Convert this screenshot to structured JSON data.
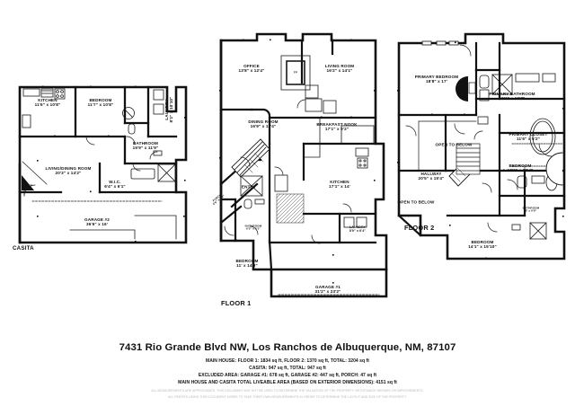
{
  "document": {
    "type": "floor-plan",
    "address": "7431 Rio Grande Blvd NW, Los Ranchos de Albuquerque, NM, 87107",
    "summary_lines": [
      "MAIN HOUSE: FLOOR 1: 1834 sq ft, FLOOR 2: 1370 sq ft, TOTAL: 3204 sq ft",
      "CASITA: 947 sq ft, TOTAL: 947 sq ft",
      "EXCLUDED AREA: GARAGE #1: 678 sq ft, GARAGE #2: 447 sq ft, PORCH: 47 sq ft",
      "MAIN HOUSE AND CASITA TOTAL LIVEABLE AREA (BASED ON EXTERIOR DIMENSIONS): 4151 sq ft"
    ],
    "disclaimer_lines": [
      "ALL MEASUREMENTS ARE APPROXIMATE. THIS DOCUMENT MAY NOT BE USED TO DETERMINE THE VALUATION OF THE PROPERTY OR ESTIMATE REPAIRS OR IMPROVEMENTS.",
      "ALL PARTIES USING THIS DOCUMENT AGREE TO TAKE THEIR OWN MEASUREMENTS IN ORDER TO DETERMINE THE LAYOUT AND SIZE OF THE PROPERTY."
    ]
  },
  "plans": {
    "casita": {
      "tag": "CASITA",
      "rooms": [
        {
          "name": "KITCHEN",
          "dim": "11'6\" x 10'8\""
        },
        {
          "name": "BEDROOM",
          "dim": "11'7\" x 10'8\""
        },
        {
          "name": "LAUNDRY",
          "dim": "8'1\" x 10'10\""
        },
        {
          "name": "BATHROOM",
          "dim": "15'9\" x 11'9\""
        },
        {
          "name": "LIVING/DINING ROOM",
          "dim": "20'3\" x 14'2\""
        },
        {
          "name": "W.I.C.",
          "dim": "6'4\" x 6'1\""
        },
        {
          "name": "GARAGE #2",
          "dim": "36'6\" x 16'"
        }
      ],
      "fireplace_label": "FP"
    },
    "floor1": {
      "tag": "FLOOR 1",
      "rooms": [
        {
          "name": "OFFICE",
          "dim": "13'8\" x 12'4\""
        },
        {
          "name": "LIVING ROOM",
          "dim": "16'2\" x 14'1\""
        },
        {
          "name": "DINING ROOM",
          "dim": "16'9\" x 11'4\""
        },
        {
          "name": "BREAKFAST NOOK",
          "dim": "17'1\" x 9'2\""
        },
        {
          "name": "KITCHEN",
          "dim": "17'1\" x 14'"
        },
        {
          "name": "LAUNDRY",
          "dim": "8'9\" x 6'4\""
        },
        {
          "name": "BEDROOM",
          "dim": "11' x 14'9\""
        },
        {
          "name": "GARAGE #1",
          "dim": "31'2\" x 23'2\""
        },
        {
          "name": "PORCH",
          "dim": "5'6\" x 9'9\""
        },
        {
          "name": "ENTRY",
          "dim": ""
        },
        {
          "name": "BATHROOM",
          "dim": "9'3\" x 6'1\""
        }
      ],
      "fireplace_label": "FP"
    },
    "floor2": {
      "tag": "FLOOR 2",
      "rooms": [
        {
          "name": "PRIMARY BEDROOM",
          "dim": "18'8\" x 17'"
        },
        {
          "name": "PRIMARY BATHROOM",
          "dim": "15'2\" x 12'7\""
        },
        {
          "name": "PRIMARY CLOSET",
          "dim": "11'6\" x 5'2\""
        },
        {
          "name": "BEDROOM",
          "dim": "17'2\" x 10'4\""
        },
        {
          "name": "BEDROOM",
          "dim": "14'1\" x 15'10\""
        },
        {
          "name": "BATHROOM",
          "dim": "8' x 9'9\""
        },
        {
          "name": "HALLWAY",
          "dim": "20'5\" x 15'4\""
        },
        {
          "name": "OPEN TO BELOW",
          "dim": ""
        },
        {
          "name": "OPEN TO BELOW",
          "dim": ""
        }
      ],
      "fireplace_label": "FP"
    }
  },
  "colors": {
    "wall": "#111111",
    "fixture_line": "#1a1a1a",
    "background": "#ffffff",
    "disclaimer_text": "#b9b9b9"
  }
}
